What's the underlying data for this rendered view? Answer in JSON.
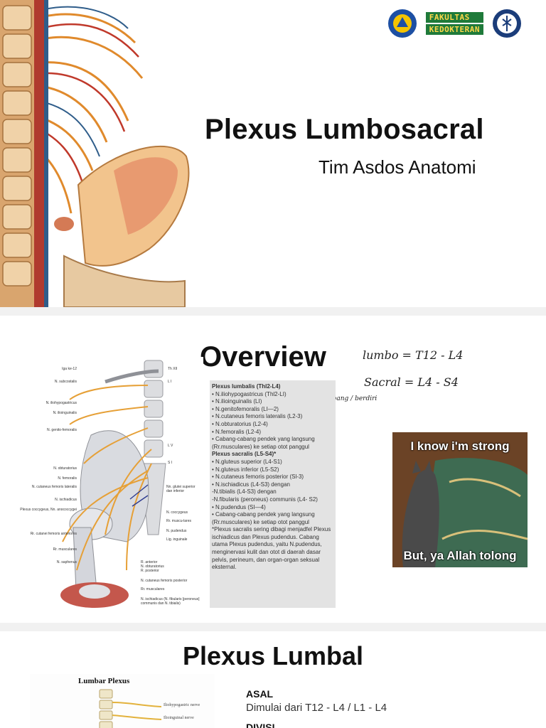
{
  "slide1": {
    "logo_text": [
      "FAKULTAS",
      "KEDOKTERAN"
    ],
    "title": "Plexus Lumbosacral",
    "subtitle": "Tim Asdos Anatomi"
  },
  "slide2": {
    "title": "Overview",
    "handwritten": {
      "lumbo": "lumbo = T12 - L4",
      "sacral": "Sacral = L4 - S4",
      "cabang": "/ tidak bercabang / berdiri sendiri"
    },
    "text_lines": [
      {
        "t": "Plexus lumbalis (Thl2-L4)",
        "b": true
      },
      {
        "t": "• N.iliohypogastricus (Thl2-LI)"
      },
      {
        "t": "• N.ilioinguinalis (LI)"
      },
      {
        "t": "• N.genitofemoralis (LI—2)"
      },
      {
        "t": "• N.cutaneus femoris lateralis (L2-3)"
      },
      {
        "t": "• N.obturatorius (L2-4)"
      },
      {
        "t": "• N.femoralis (L2-4)"
      },
      {
        "t": "• Cabang-cabang pendek yang langsung"
      },
      {
        "t": "   (Rr.musculares) ke setiap otot panggul"
      },
      {
        "t": "Plexus sacralis (L5-S4)*",
        "b": true
      },
      {
        "t": "• N.gluteus superior (L4-S1)"
      },
      {
        "t": "• N.gluteus inferior (L5-S2)"
      },
      {
        "t": "• N.cutaneus femoris posterior (Sl-3)"
      },
      {
        "t": "• N.ischiadicus (L4-S3) dengan"
      },
      {
        "t": "   -N.tibialis (L4-S3) dengan"
      },
      {
        "t": "   -N.fibularis (peroneus) communis (L4- S2)"
      },
      {
        "t": "• N.pudendus (SI—4)"
      },
      {
        "t": "• Cabang-cabang pendek yang langsung"
      },
      {
        "t": "   (Rr.musculares) ke setiap otot panggul"
      },
      {
        "t": "*Plexus sacralis sering dibagi menjadfel Plexus"
      },
      {
        "t": "ischiadicus dan Plexus pudendus. Cabang"
      },
      {
        "t": "utama Plexus pudendus, yaitu N.pudendus,"
      },
      {
        "t": "menginervasi kulit dan otot di daerah dasar"
      },
      {
        "t": "pelvis, perineum, dan organ-organ seksual"
      },
      {
        "t": "eksternal."
      }
    ],
    "left_labels": [
      "Iga ke-12",
      "N. subcostalis",
      "N. iliohypogastricus",
      "N. ilioinguinalis",
      "N. genito-femoralis",
      "N. obturatorius",
      "N. femoralis",
      "N. cutaneus femoris lateralis",
      "N. ischiadicus",
      "Plexus coccygeus, Nn. anococcygei",
      "Rr. cutanei femoris anteriores",
      "Rr. musculares",
      "N. saphenus"
    ],
    "right_labels": [
      "Th XII",
      "L I",
      "L V",
      "S I",
      "Nn. glutei superior dan inferior",
      "N. coccygeus",
      "Rr. muscu-lares",
      "N. pudendus",
      "Lig. inguinale",
      "R. anterior",
      "R. posterior",
      "N. obturatorius",
      "N. cutaneus femoris posterior",
      "Rr. musculares",
      "N. ischiadicus (N. fibularis [peroneus] communis dan N. tibialis)"
    ],
    "meme": {
      "top": "I know i'm strong",
      "bottom": "But, ya Allah tolong"
    }
  },
  "slide3": {
    "title": "Plexus Lumbal",
    "image_heading": "Lumbar Plexus",
    "image_labels": [
      "Iliohypogastric nerve",
      "Ilioinguinal nerve"
    ],
    "asal_heading": "ASAL",
    "asal_value": "Dimulai dari T12 - L4 / L1 - L4",
    "divisi_heading": "DIVISI"
  }
}
